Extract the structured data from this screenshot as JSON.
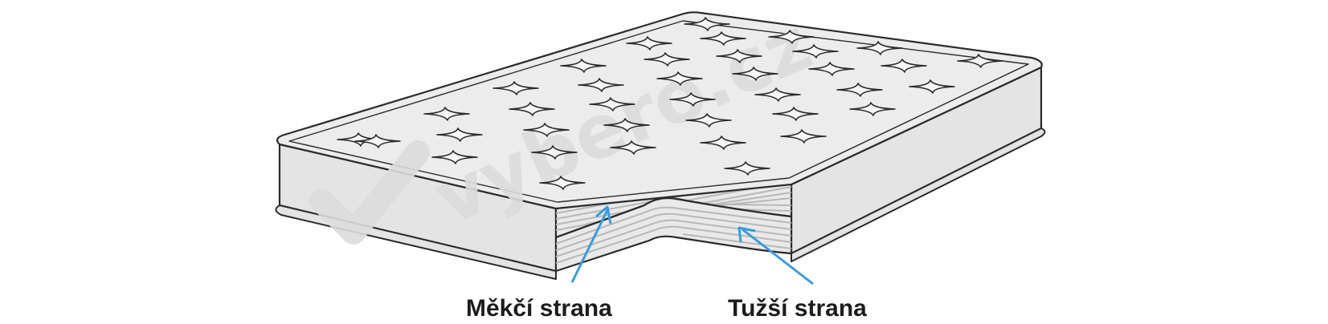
{
  "watermark": {
    "text": "vybero.cz"
  },
  "labels": {
    "softer_side": "Měkčí strana",
    "firmer_side": "Tužší strana"
  },
  "colors": {
    "outline": "#2b2b2b",
    "surface": "#ececec",
    "side": "#e4e4e4",
    "layer_light": "#e9e9e9",
    "layer_line": "#b8b8b8",
    "arrow": "#3a9be0",
    "watermark": "#dcdcdc"
  },
  "icons": [
    "tufting-star-icon",
    "arrow-icon",
    "watermark-check-icon"
  ]
}
